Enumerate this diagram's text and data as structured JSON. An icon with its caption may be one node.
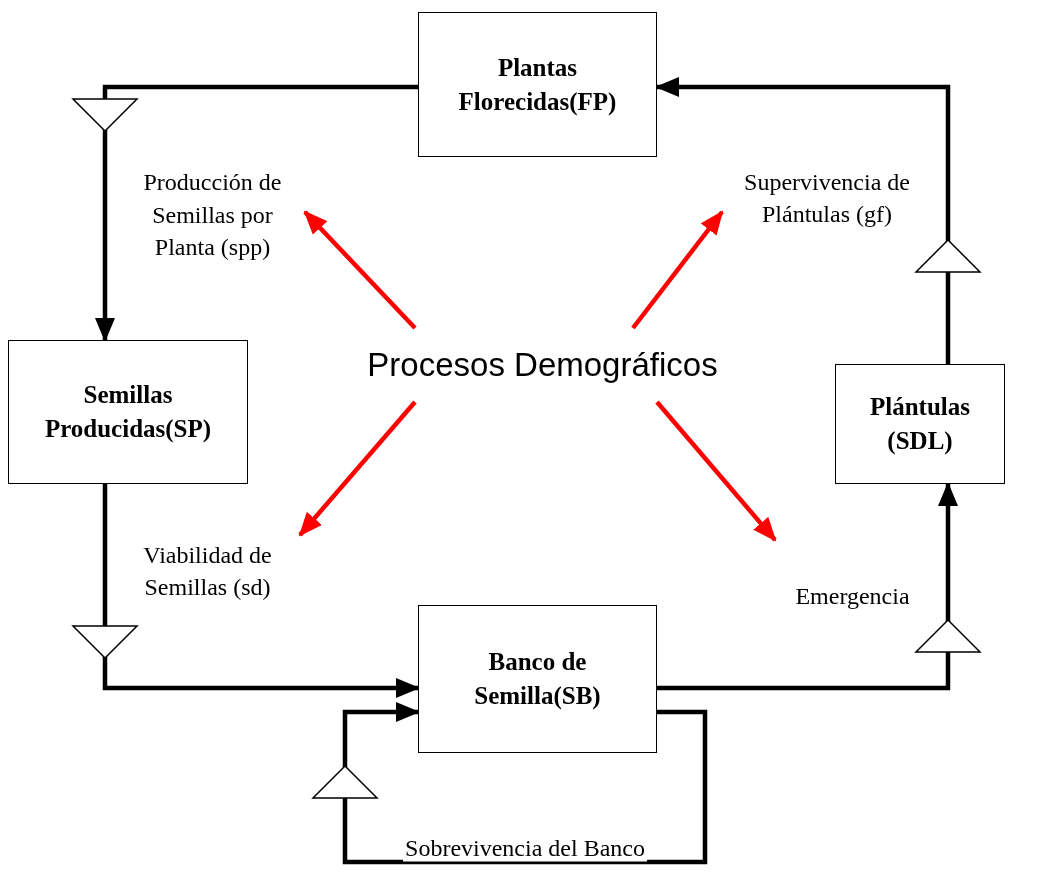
{
  "diagram": {
    "nodes": [
      {
        "text": [
          "Plantas Florecidas(FP)"
        ]
      },
      {
        "text": [
          "Semillas Producidas(SP)"
        ]
      },
      {
        "text": [
          "Banco de Semilla(SB)"
        ]
      },
      {
        "text": [
          "Plántulas (SDL)"
        ]
      },
      {
        "text": [
          "Procesos Demográficos"
        ]
      },
      {
        "text": [
          "Producción de Semillas por Planta (spp)"
        ]
      },
      {
        "text": [
          "Supervivencia de Plántulas (gf)"
        ]
      },
      {
        "text": [
          "Viabilidad de Semillas (sd)"
        ]
      },
      {
        "text": [
          "Emergencia"
        ]
      }
    ],
    "edges": [
      {
        "from": 0,
        "to": 1,
        "arrow": "to"
      },
      {
        "from": 1,
        "to": 2,
        "arrow": "to"
      },
      {
        "from": 2,
        "to": 3,
        "arrow": "to"
      },
      {
        "from": 3,
        "to": 0,
        "arrow": "to"
      },
      {
        "from": 2,
        "to": 2,
        "arrow": "to",
        "label": "Sobrevivencia del Banco"
      },
      {
        "from": 4,
        "to": 5,
        "arrow": "to",
        "color": "#ff0000"
      },
      {
        "from": 4,
        "to": 6,
        "arrow": "to",
        "color": "#ff0000"
      },
      {
        "from": 4,
        "to": 7,
        "arrow": "to",
        "color": "#ff0000"
      },
      {
        "from": 4,
        "to": 8,
        "arrow": "to",
        "color": "#ff0000"
      }
    ]
  }
}
